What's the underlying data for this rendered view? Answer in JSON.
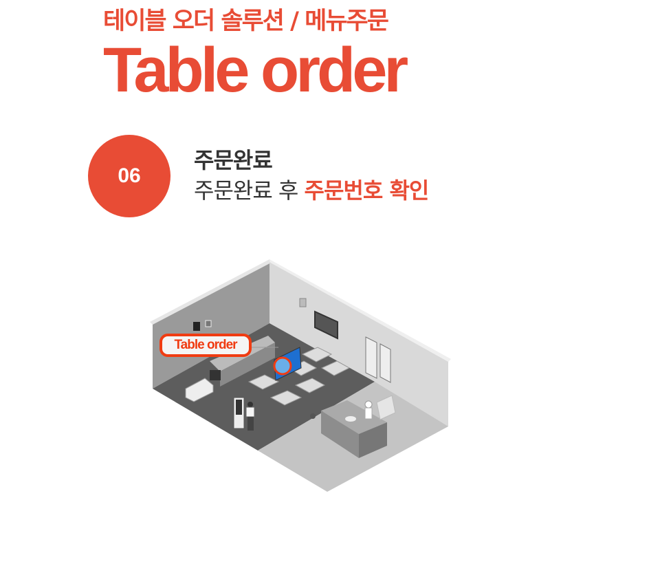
{
  "header": {
    "subtitle": "테이블 오더 솔루션 / 메뉴주문",
    "title": "Table order"
  },
  "step": {
    "number": "06",
    "title": "주문완료",
    "description_prefix": "주문완료 후 ",
    "description_highlight": "주문번호 확인"
  },
  "illustration": {
    "callout_label": "Table order",
    "accent_color": "#e84c35",
    "callout_color": "#f03c12",
    "screen_color": "#1e6fd0"
  }
}
